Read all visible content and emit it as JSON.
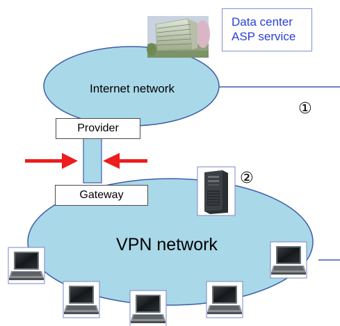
{
  "datacenter": {
    "line1": "Data center",
    "line2": "ASP service"
  },
  "internet_label": "Internet network",
  "provider_label": "Provider",
  "gateway_label": "Gateway",
  "vpn_label": "VPN network",
  "markers": {
    "one": "①",
    "two": "②"
  },
  "colors": {
    "cloud_fill": "#a9d8e8",
    "cloud_stroke": "#3d5ca8",
    "arrow": "#ee1c1c",
    "line": "#3d5ca8"
  },
  "icons": [
    "building-icon",
    "server-tower-icon",
    "laptop-icon"
  ]
}
